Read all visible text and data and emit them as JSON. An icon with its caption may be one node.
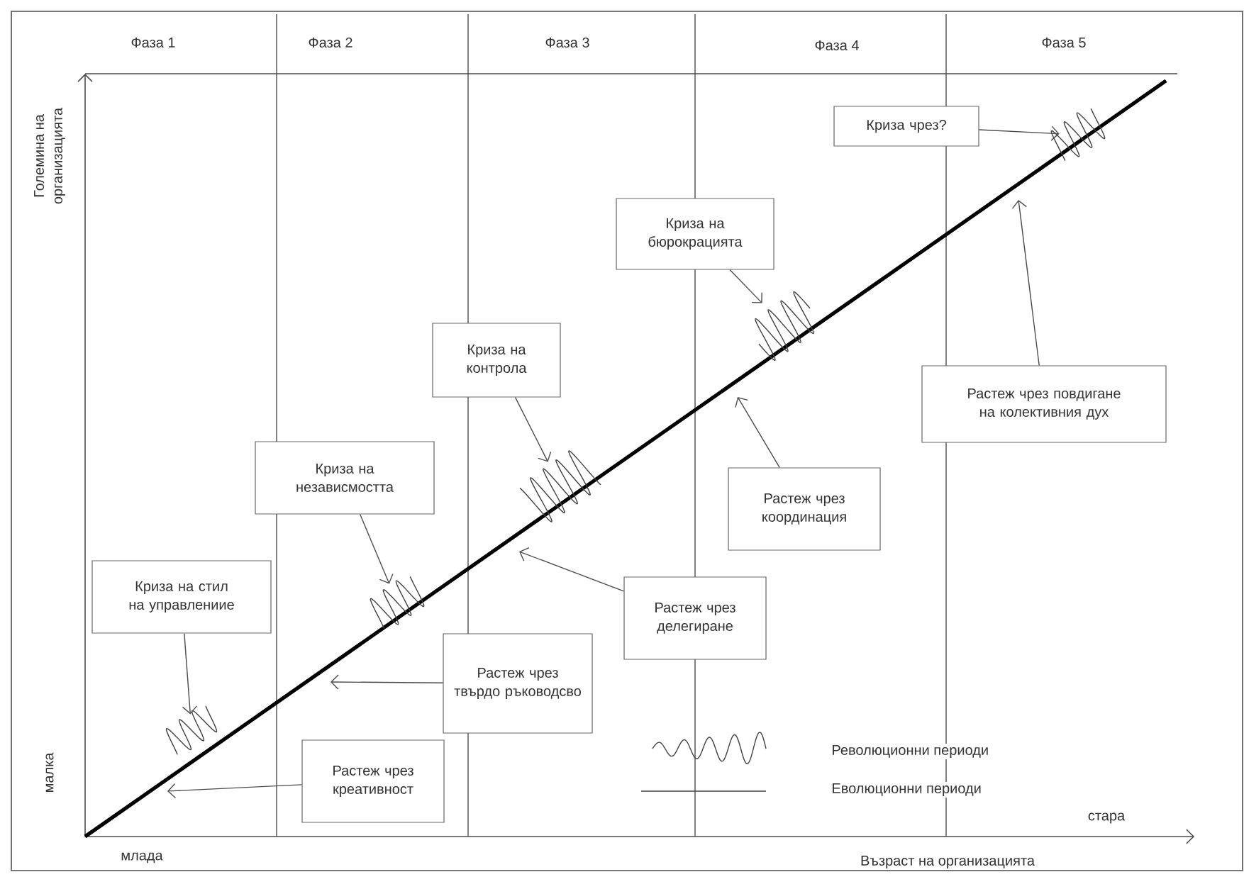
{
  "diagram": {
    "nodes": [
      {
        "text": [
          "Криза на стил на управлениие"
        ]
      },
      {
        "text": [
          "Растеж чрез креативност"
        ]
      },
      {
        "text": [
          "Криза на независмостта"
        ]
      },
      {
        "text": [
          "Растеж чрез твърдо ръководсво"
        ]
      },
      {
        "text": [
          "Криза на контрола"
        ]
      },
      {
        "text": [
          "Растеж чрез делегиране"
        ]
      },
      {
        "text": [
          "Криза на бюрокрацията"
        ]
      },
      {
        "text": [
          "Растеж чрез координация"
        ]
      },
      {
        "text": [
          "Криза чрез?"
        ]
      },
      {
        "text": [
          "Растеж чрез повдигане на колективния дух"
        ]
      },
      {
        "text": [],
        "shape": "wiggle"
      },
      {
        "text": [],
        "shape": "wiggle"
      },
      {
        "text": [],
        "shape": "wiggle"
      },
      {
        "text": [],
        "shape": "wiggle"
      },
      {
        "text": [],
        "shape": "wiggle"
      }
    ],
    "edges": [
      {
        "from": 0,
        "to": 10,
        "arrow": "to"
      },
      {
        "from": 1,
        "to": null,
        "arrow": "to"
      },
      {
        "from": 2,
        "to": 11,
        "arrow": "to"
      },
      {
        "from": 3,
        "to": null,
        "arrow": "to"
      },
      {
        "from": 4,
        "to": 12,
        "arrow": "to"
      },
      {
        "from": 5,
        "to": null,
        "arrow": "to"
      },
      {
        "from": 6,
        "to": 13,
        "arrow": "to"
      },
      {
        "from": 7,
        "to": null,
        "arrow": "to"
      },
      {
        "from": 8,
        "to": 14,
        "arrow": "to"
      },
      {
        "from": 9,
        "to": null,
        "arrow": "to"
      }
    ],
    "labels": [
      "Фаза 1",
      "Фаза 2",
      "Фаза 3",
      "Фаза 4",
      "Фаза 5",
      "Големина на организацията",
      "малка",
      "млада",
      "стара",
      "Възраст на организацията"
    ],
    "legend": [
      {
        "text": "Революционни периоди"
      },
      {
        "text": "Еволюционни периоди"
      }
    ]
  }
}
